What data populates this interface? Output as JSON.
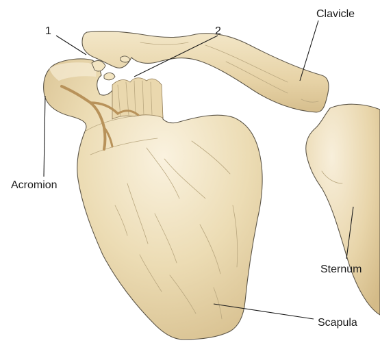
{
  "labels": {
    "clavicle": "Clavicle",
    "acromion": "Acromion",
    "sternum": "Sternum",
    "scapula": "Scapula",
    "marker_1": "1",
    "marker_2": "2"
  },
  "colors": {
    "bone": "#e9d6ac",
    "bone_shadow": "#d8c08f",
    "bone_light": "#f7eedb",
    "ligament": "#b8925a",
    "outline": "#5c5547",
    "label_text": "#1a1a1a"
  }
}
